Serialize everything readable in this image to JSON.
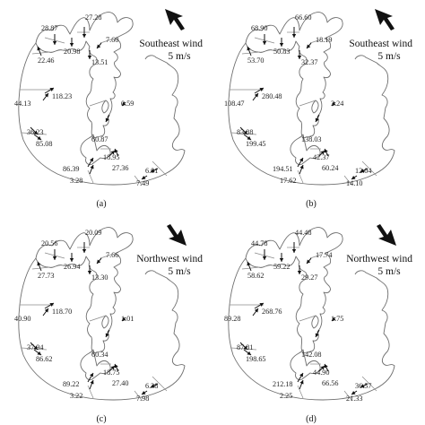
{
  "panels": [
    {
      "caption": "(a)",
      "wind": {
        "line1": "Southeast wind",
        "line2": "5 m/s",
        "direction": "northwest"
      },
      "values": [
        "28.87",
        "27.28",
        "20.98",
        "7.60",
        "22.46",
        "13.51",
        "118.23",
        "44.13",
        "0.59",
        "60.87",
        "36.23",
        "85.08",
        "18.95",
        "27.36",
        "6.01",
        "86.39",
        "3.28",
        "7.49"
      ]
    },
    {
      "caption": "(b)",
      "wind": {
        "line1": "Southeast wind",
        "line2": "5 m/s",
        "direction": "northwest"
      },
      "values": [
        "68.90",
        "66.60",
        "50.83",
        "18.19",
        "53.70",
        "32.37",
        "280.48",
        "108.47",
        "3.24",
        "138.03",
        "83.88",
        "199.45",
        "42.37",
        "60.24",
        "12.04",
        "194.51",
        "17.62",
        "14.10"
      ]
    },
    {
      "caption": "(c)",
      "wind": {
        "line1": "Northwest wind",
        "line2": "5 m/s",
        "direction": "southeast"
      },
      "values": [
        "20.56",
        "20.09",
        "26.94",
        "7.66",
        "27.73",
        "13.30",
        "118.70",
        "40.90",
        "1.01",
        "60.34",
        "37.94",
        "86.62",
        "18.75",
        "27.40",
        "6.38",
        "89.22",
        "3.22",
        "7.98"
      ]
    },
    {
      "caption": "(d)",
      "wind": {
        "line1": "Northwest wind",
        "line2": "5 m/s",
        "direction": "southeast"
      },
      "values": [
        "44.78",
        "44.48",
        "59.22",
        "17.74",
        "58.62",
        "29.27",
        "268.76",
        "89.28",
        "1.75",
        "142.08",
        "87.81",
        "198.65",
        "44.90",
        "66.56",
        "36.57",
        "212.18",
        "2.25",
        "21.33"
      ]
    }
  ]
}
